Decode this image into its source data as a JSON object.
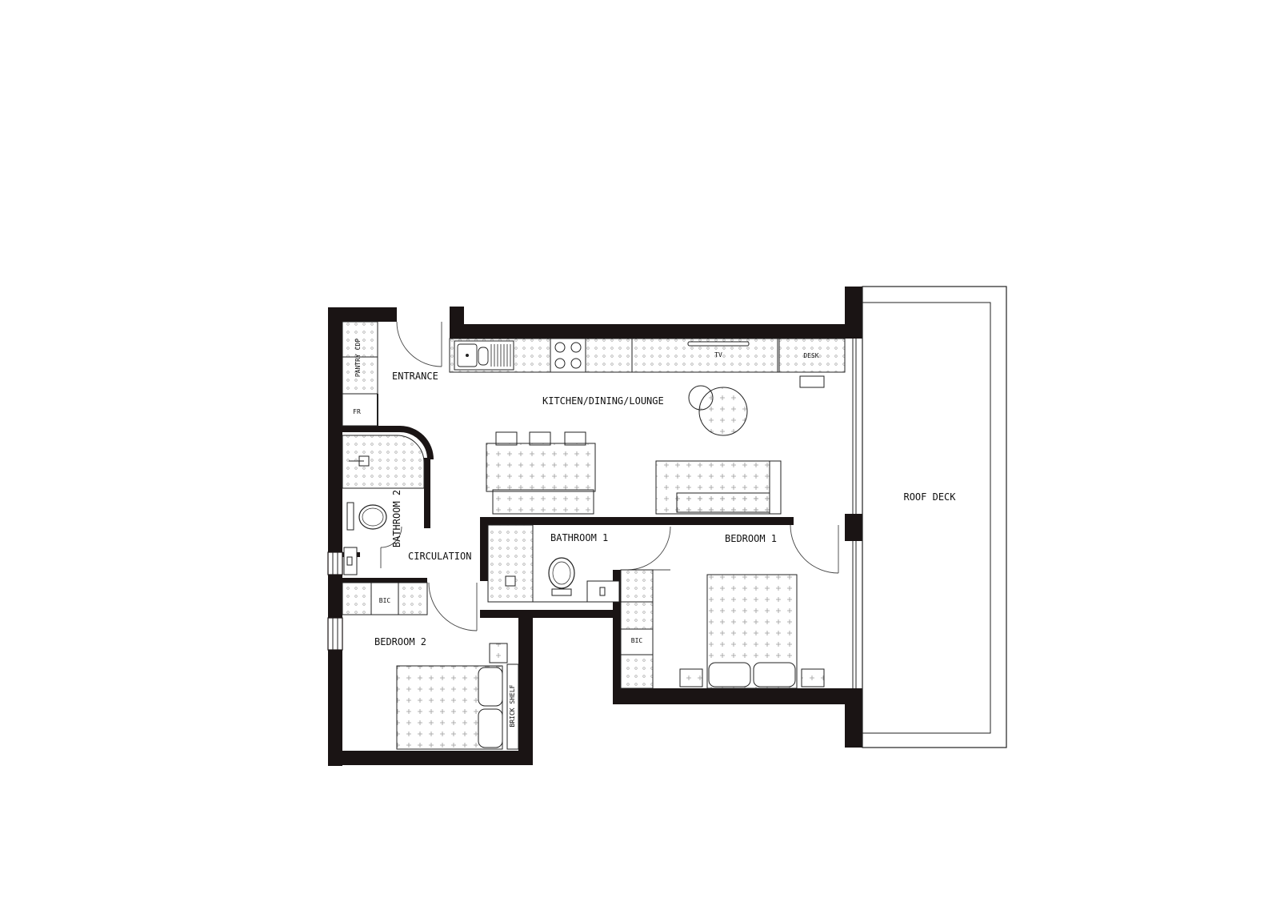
{
  "rooms": {
    "entrance": "ENTRANCE",
    "kitchen": "KITCHEN/DINING/LOUNGE",
    "roof_deck": "ROOF DECK",
    "bathroom2": "BATHROOM 2",
    "circulation": "CIRCULATION",
    "bathroom1": "BATHROOM 1",
    "bedroom1": "BEDROOM 1",
    "bedroom2": "BEDROOM 2"
  },
  "fixtures": {
    "pantry": "PANTRY CDP",
    "fridge": "FR",
    "tv": "TV",
    "desk": "DESK",
    "bic_bedroom2": "BIC",
    "bic_bedroom1": "BIC",
    "brick_shelf": "BRICK SHELF"
  },
  "colors": {
    "wall": "#1a1414",
    "line": "#222222",
    "pattern": "#9a9a9a",
    "background": "#ffffff"
  }
}
